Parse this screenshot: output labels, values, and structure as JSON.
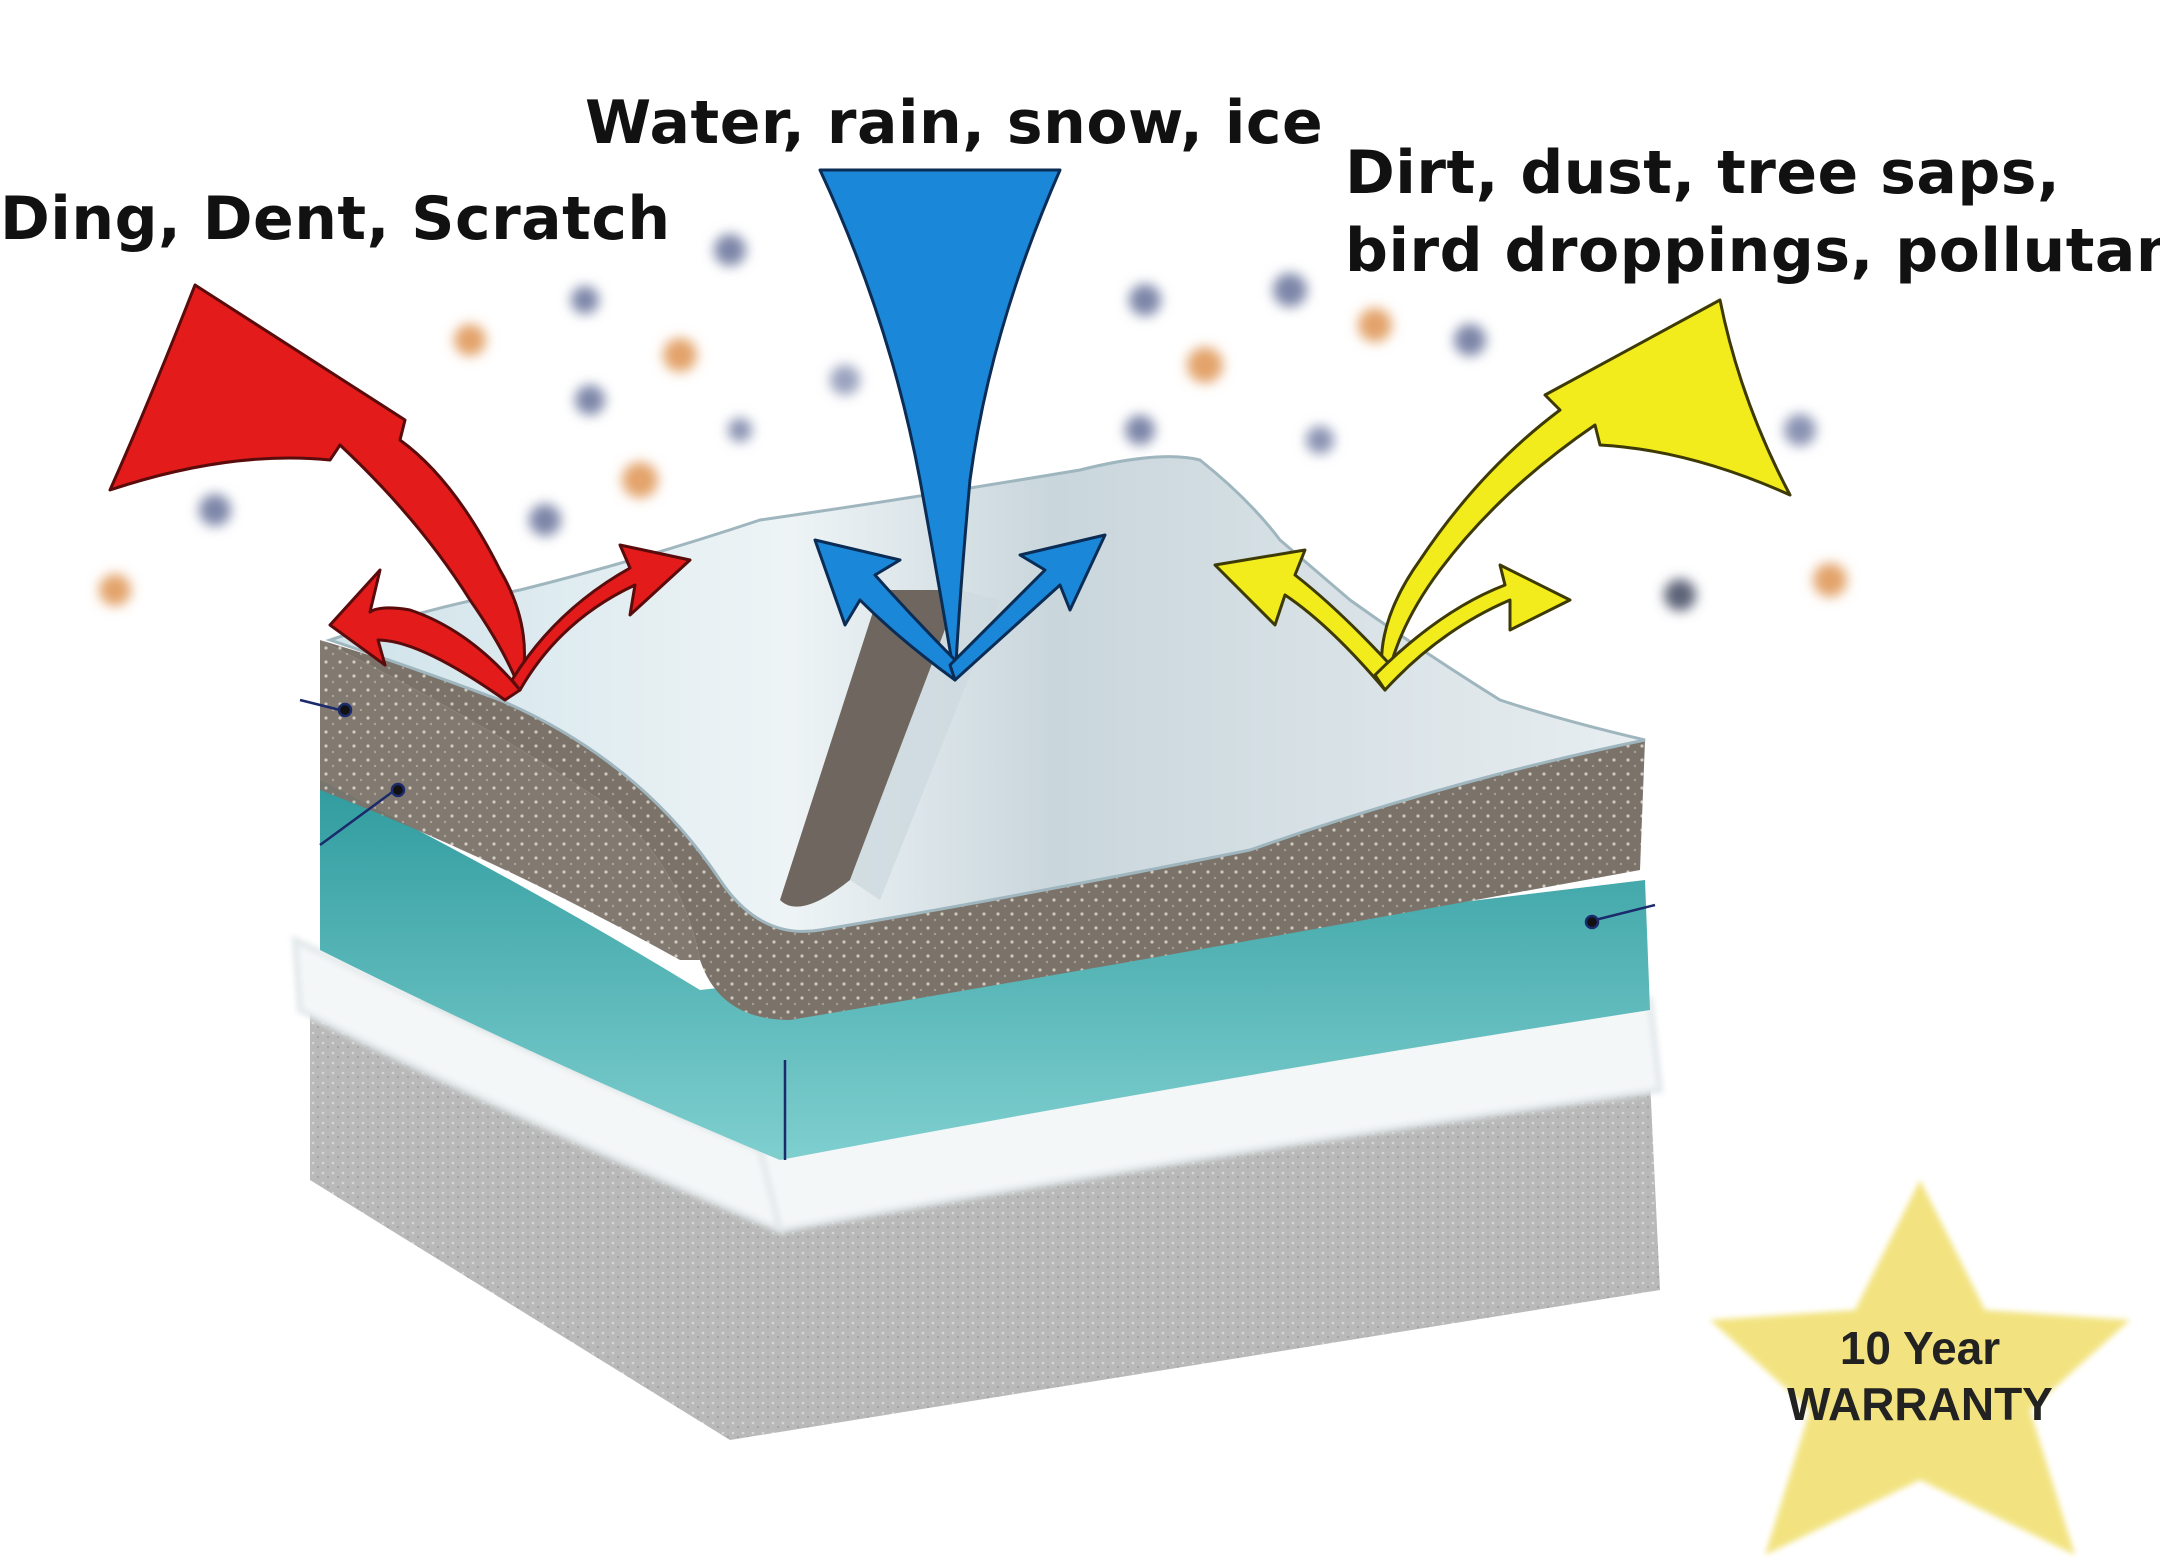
{
  "labels": {
    "impact": "Ding, Dent, Scratch",
    "water": "Water, rain, snow, ice",
    "dirt_line1": "Dirt, dust, tree saps,",
    "dirt_line2": "bird droppings, pollutants"
  },
  "badge": {
    "line1": "10 Year",
    "line2": "WARRANTY"
  },
  "colors": {
    "impact_arrow": "#e31b1b",
    "water_arrow": "#1a87d9",
    "dirt_arrow": "#f2ec1c",
    "clear_coat": "#dfe8ec",
    "base_layer": "#7b736a",
    "primer_layer": "#3fa8a8",
    "substrate": "#b8b8b8",
    "star": "#f2e27a"
  }
}
